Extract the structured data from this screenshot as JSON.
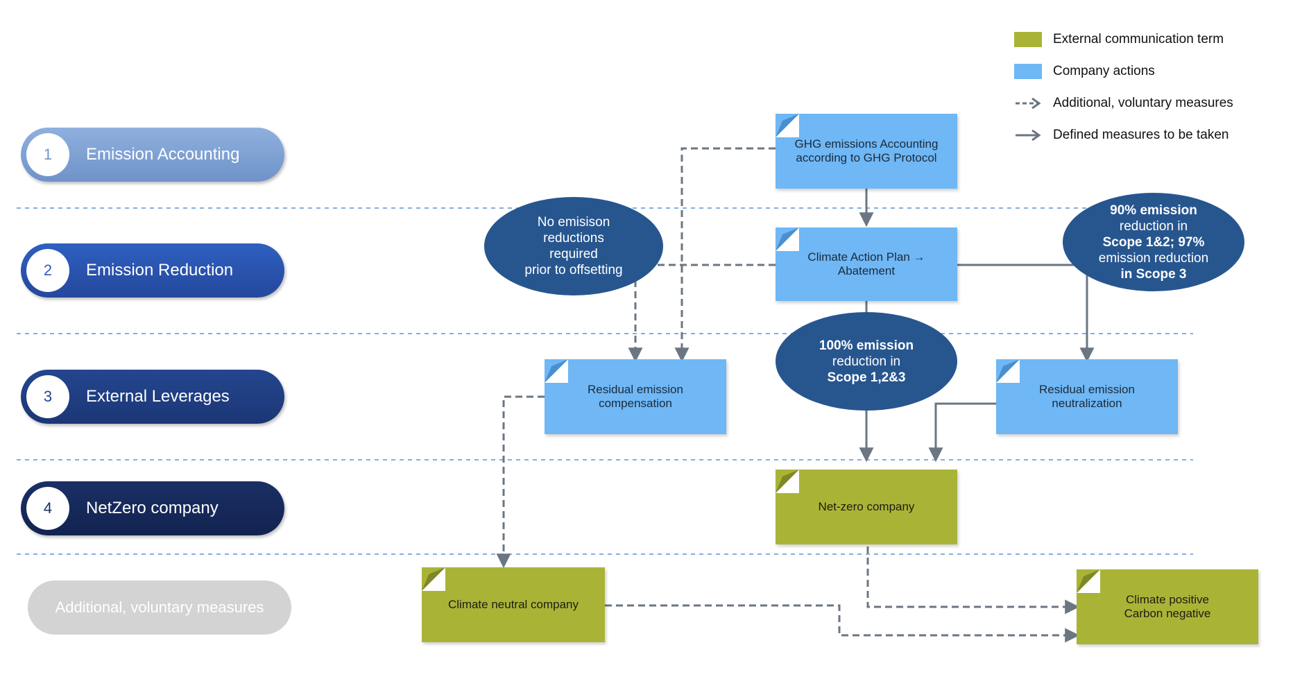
{
  "legend": {
    "items": [
      {
        "label": "External communication term",
        "kind": "swatch",
        "color": "#a9b437"
      },
      {
        "label": "Company actions",
        "kind": "swatch",
        "color": "#6fb7f5"
      },
      {
        "label": "Additional, voluntary measures",
        "kind": "dashed-arrow"
      },
      {
        "label": "Defined measures to be taken",
        "kind": "solid-arrow"
      }
    ]
  },
  "stages": [
    {
      "number": "1",
      "label": "Emission Accounting"
    },
    {
      "number": "2",
      "label": "Emission Reduction"
    },
    {
      "number": "3",
      "label": "External Leverages"
    },
    {
      "number": "4",
      "label": "NetZero company"
    },
    {
      "number": "",
      "label": "Additional, voluntary measures"
    }
  ],
  "nodes": {
    "ghg": {
      "line1": "GHG emissions Accounting",
      "line2": "according to GHG Protocol"
    },
    "cap": {
      "line1": "Climate Action Plan →",
      "line2": "Abatement"
    },
    "compensation": {
      "line1": "Residual emission",
      "line2": "compensation"
    },
    "neutralization": {
      "line1": "Residual emission",
      "line2": "neutralization"
    },
    "netzero": {
      "label": "Net-zero company"
    },
    "climate_neutral": {
      "label": "Climate neutral company"
    },
    "climate_positive": {
      "line1": "Climate positive",
      "line2": "Carbon negative"
    }
  },
  "ovals": {
    "no_reductions": {
      "line1": "No emisison",
      "line2": "reductions",
      "line3": "required",
      "line4": "prior to offsetting"
    },
    "full_reduction": {
      "line1": "100% emission",
      "line2": "reduction in",
      "line3": "Scope 1,2&3"
    },
    "partial_reduction": {
      "line1": "90% emission",
      "line2": "reduction in",
      "line3": "Scope 1&2; 97%",
      "line4": "emission reduction",
      "line5": "in Scope 3"
    }
  },
  "colors": {
    "company_action": "#6fb7f5",
    "external_term": "#a9b437",
    "oval": "#27568f",
    "arrow": "#6b7682",
    "divider": "#5a94d6"
  }
}
